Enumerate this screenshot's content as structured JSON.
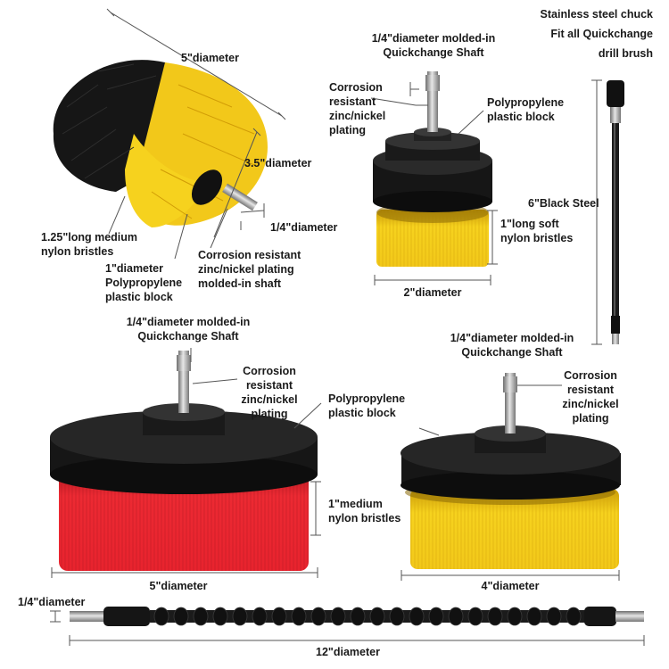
{
  "colors": {
    "bristle_yellow": "#f2c81a",
    "bristle_red": "#e8232e",
    "block_black": "#141414",
    "steel": "#a7a7a7",
    "dimension_line": "#555555"
  },
  "dome_brush": {
    "diameter": "5\"diameter",
    "length": "3.5\"diameter",
    "shaft": "1/4\"diameter",
    "bristles": [
      "1.25\"long medium",
      "nylon bristles"
    ],
    "block": [
      "1\"diameter",
      "Polypropylene",
      "plastic block"
    ],
    "shaft_material": [
      "Corrosion resistant",
      "zinc/nickel plating",
      "molded-in shaft"
    ]
  },
  "small_brush": {
    "shaft": [
      "1/4\"diameter molded-in",
      "Quickchange Shaft"
    ],
    "coating": [
      "Corrosion",
      "resistant",
      "zinc/nickel",
      "plating"
    ],
    "block": [
      "Polypropylene",
      "plastic block"
    ],
    "bristles": [
      "1\"long soft",
      "nylon bristles"
    ],
    "diameter": "2\"diameter"
  },
  "extension": {
    "chuck": [
      "Stainless steel chuck",
      "Fit all Quickchange",
      "drill brush"
    ],
    "length": "6\"Black Steel"
  },
  "large_brush": {
    "shaft": [
      "1/4\"diameter molded-in",
      "Quickchange Shaft"
    ],
    "coating": [
      "Corrosion",
      "resistant",
      "zinc/nickel",
      "plating"
    ],
    "block": [
      "Polypropylene",
      "plastic block"
    ],
    "bristles": [
      "1\"medium",
      "nylon bristles"
    ],
    "diameter": "5\"diameter"
  },
  "medium_brush": {
    "shaft": [
      "1/4\"diameter molded-in",
      "Quickchange Shaft"
    ],
    "coating": [
      "Corrosion",
      "resistant",
      "zinc/nickel",
      "plating"
    ],
    "diameter": "4\"diameter"
  },
  "flex_shaft": {
    "shaft": "1/4\"diameter",
    "length": "12\"diameter"
  }
}
